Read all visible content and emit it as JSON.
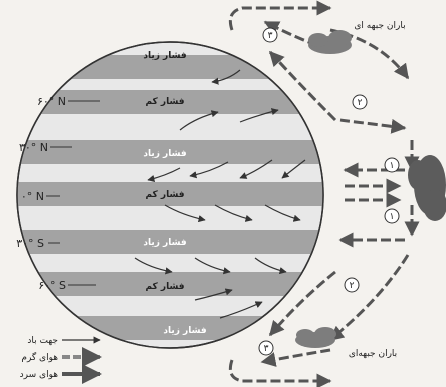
{
  "latitudes": [
    "۶۰° N",
    "۳۰° N",
    "۰° N",
    "۳۰° S",
    "۶۰° S"
  ],
  "bands": [
    "فشار زیاد",
    "فشار کم",
    "فشار زیاد",
    "فشار کم",
    "فشار زیاد",
    "فشار کم",
    "فشار زیاد"
  ],
  "cells": [
    "۳",
    "۲",
    "۱",
    "۱",
    "۲",
    "۳"
  ],
  "rain_labels": {
    "top": "باران جبهه ای",
    "bottom": "باران جبهه‌ای"
  },
  "legend": [
    "جهت باد",
    "هوای گرم",
    "هوای سرد"
  ],
  "colors": {
    "globe_dark": "#9e9e9e",
    "globe_light": "#e8e8e8",
    "outline": "#333333",
    "arrow": "#444444"
  }
}
